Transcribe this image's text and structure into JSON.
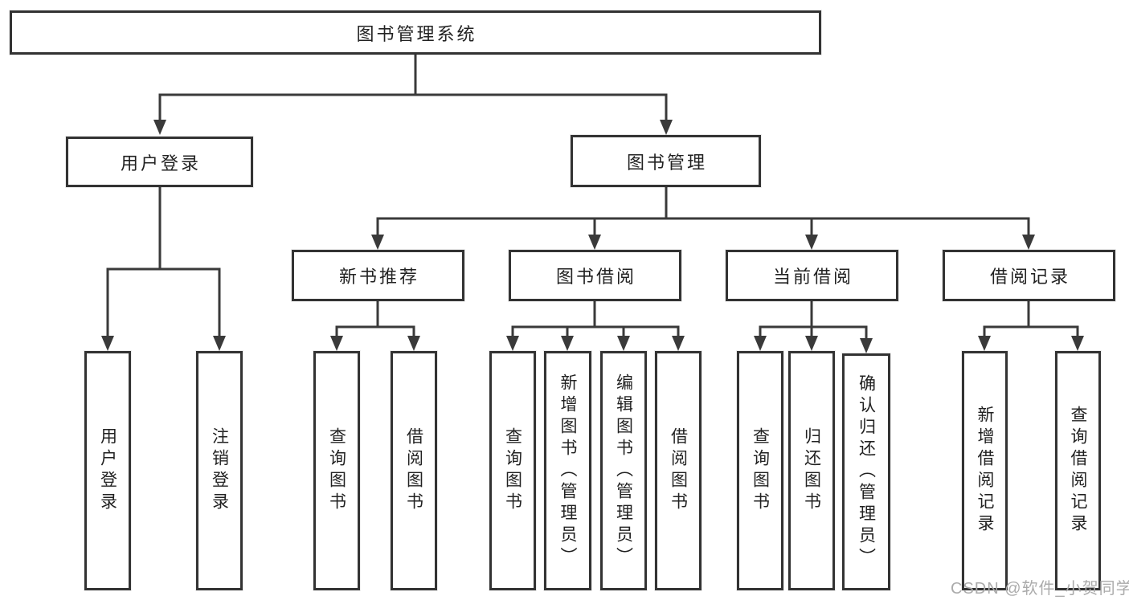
{
  "diagram": {
    "root": {
      "label": "图书管理系统"
    },
    "branches": [
      {
        "label": "用户登录",
        "children": [
          {
            "label": "用户登录"
          },
          {
            "label": "注销登录"
          }
        ]
      },
      {
        "label": "图书管理",
        "sections": [
          {
            "label": "新书推荐",
            "children": [
              {
                "label": "查询图书"
              },
              {
                "label": "借阅图书"
              }
            ]
          },
          {
            "label": "图书借阅",
            "children": [
              {
                "label": "查询图书"
              },
              {
                "label": "新增图书（管理员）"
              },
              {
                "label": "编辑图书（管理员）"
              },
              {
                "label": "借阅图书"
              }
            ]
          },
          {
            "label": "当前借阅",
            "children": [
              {
                "label": "查询图书"
              },
              {
                "label": "归还图书"
              },
              {
                "label": "确认归还（管理员）"
              }
            ]
          },
          {
            "label": "借阅记录",
            "children": [
              {
                "label": "新增借阅记录"
              },
              {
                "label": "查询借阅记录"
              }
            ]
          }
        ]
      }
    ]
  },
  "watermark": {
    "text": "CSDN @软件_小贺同学"
  },
  "colors": {
    "line": "#3a3a3a",
    "box_border": "#333333",
    "text": "#222222",
    "watermark": "#ababab",
    "background": "#ffffff"
  }
}
